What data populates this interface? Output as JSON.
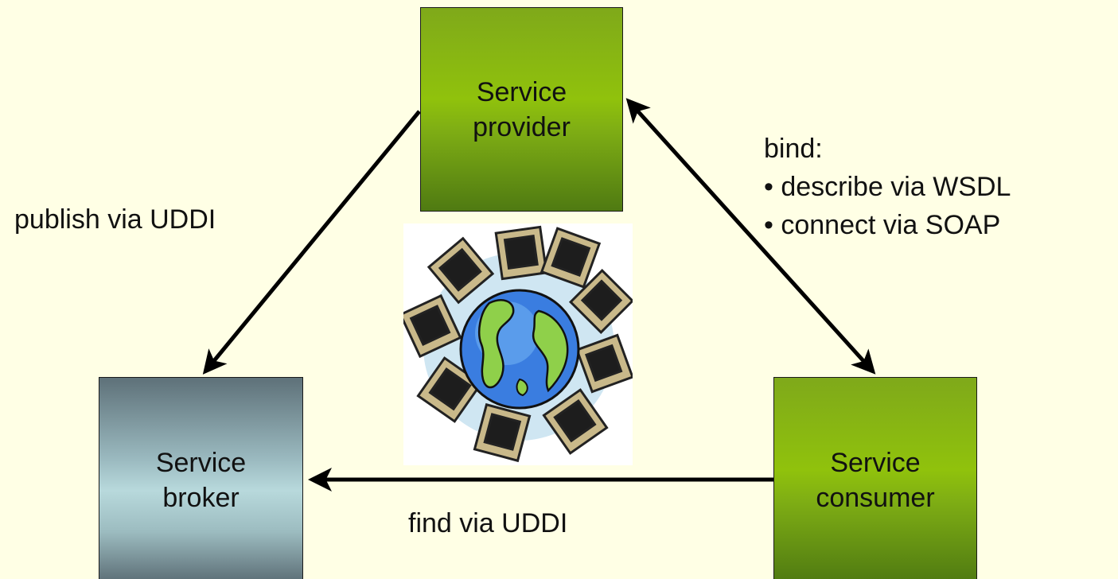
{
  "nodes": {
    "provider": {
      "line1": "Service",
      "line2": "provider"
    },
    "broker": {
      "line1": "Service",
      "line2": "broker"
    },
    "consumer": {
      "line1": "Service",
      "line2": "consumer"
    }
  },
  "edges": {
    "publish": "publish via UDDI",
    "find": "find via UDDI",
    "bind": {
      "title": "bind:",
      "items": [
        "• describe via WSDL",
        "• connect via SOAP"
      ]
    }
  },
  "colors": {
    "background": "#ffffe5",
    "provider_consumer": "#90c20c",
    "broker": "#b8d9dc"
  },
  "icons": [
    "globe-network-clipart"
  ]
}
